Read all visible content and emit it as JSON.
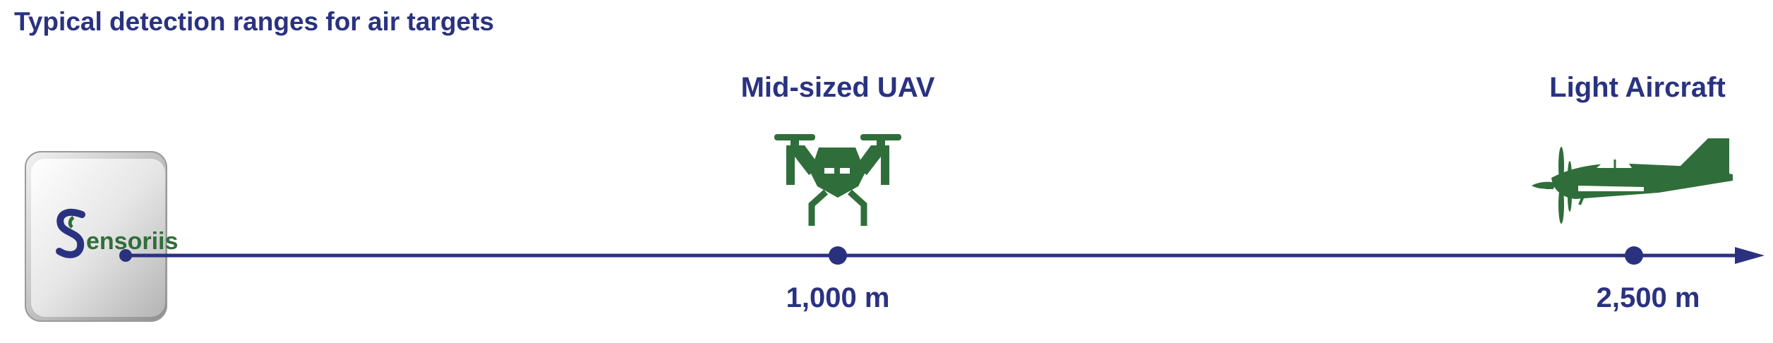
{
  "title": "Typical detection ranges for air targets",
  "device": {
    "brand": "ensoriis",
    "logo_icon": "sensoriis-logo-icon"
  },
  "targets": [
    {
      "name": "Mid-sized UAV",
      "range": "1,000 m",
      "icon": "drone-icon"
    },
    {
      "name": "Light Aircraft",
      "range": "2,500 m",
      "icon": "airplane-icon"
    }
  ],
  "colors": {
    "navy": "#2a3280",
    "green": "#2f6e3a"
  }
}
